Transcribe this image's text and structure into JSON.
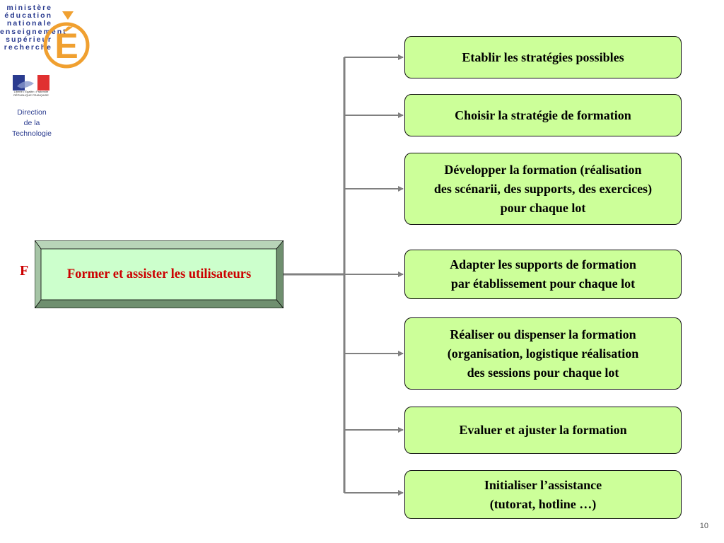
{
  "header": {
    "ministry_lines": [
      "ministère",
      "éducation",
      "nationale",
      "enseignement",
      "supérieur",
      "recherche"
    ],
    "ministry_letter": "É",
    "flag_motto": "Liberté • Égalité • Fraternité\nRÉPUBLIQUE FRANÇAISE",
    "direction_lines": [
      "Direction",
      "de la",
      "Technologie"
    ]
  },
  "diagram": {
    "root": {
      "letter": "F",
      "label": "Former et assister les utilisateurs"
    },
    "steps": [
      "Etablir les stratégies possibles",
      "Choisir la stratégie de formation",
      "Développer la formation (réalisation\ndes scénarii, des supports, des exercices)\npour chaque lot",
      "Adapter les supports de formation\npar établissement pour chaque lot",
      "Réaliser ou dispenser la formation\n(organisation, logistique réalisation\ndes sessions pour chaque lot",
      "Evaluer et ajuster la formation",
      "Initialiser l’assistance\n(tutorat, hotline …)"
    ]
  },
  "colors": {
    "box_fill": "#ccff99",
    "root_fill": "#ccffcc",
    "root_bevel": "#8fad8f",
    "root_text": "#cc0000",
    "connector": "#808080",
    "logo_blue": "#2a3b8f",
    "logo_orange": "#f0a030"
  },
  "footer": {
    "page_number": "10"
  }
}
